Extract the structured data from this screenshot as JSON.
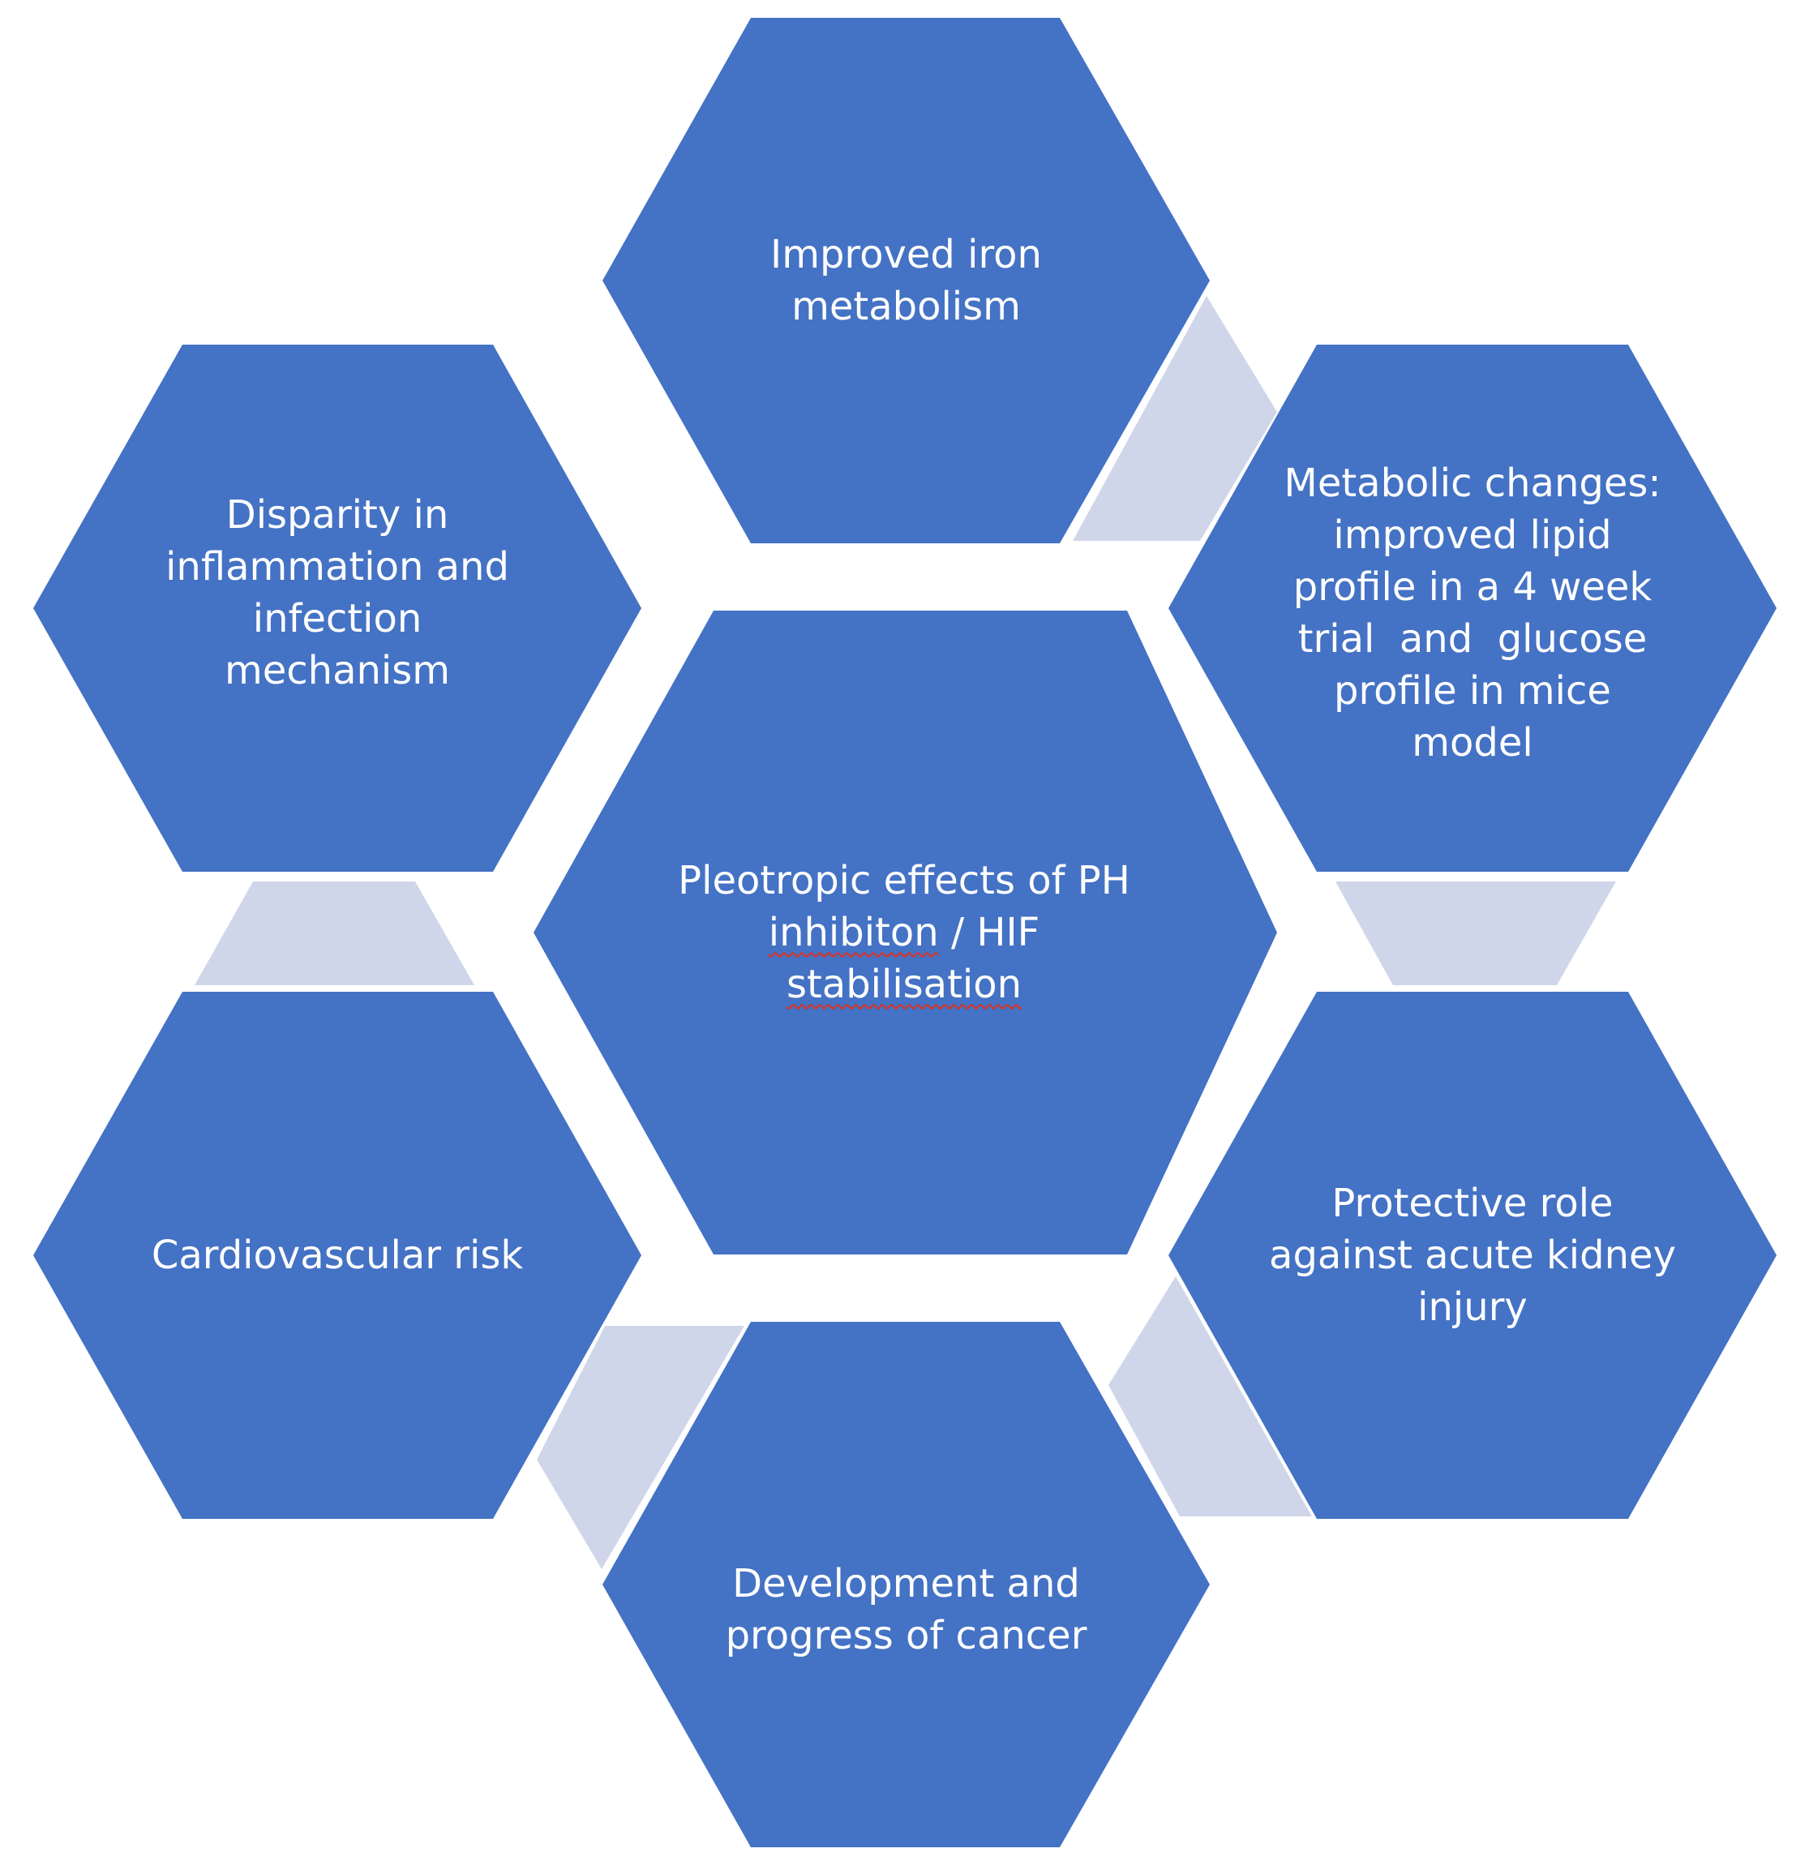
{
  "colors": {
    "hexagon_fill": "#4472C4",
    "connector_fill": "#D0D6EA",
    "text": "#FFFFFF",
    "spellcheck_underline": "#E0301E"
  },
  "center": {
    "line1": "Pleotropic effects of PH",
    "line2_word": "inhibiton",
    "line2_rest": " / HIF",
    "line3": "stabilisation"
  },
  "outer": {
    "iron": "Improved iron\nmetabolism",
    "metabolic": "Metabolic changes:\nimproved lipid\nprofile in a 4 week\ntrial  and  glucose\nprofile in mice\nmodel",
    "kidney": "Protective role\nagainst acute kidney\ninjury",
    "cancer": "Development and\nprogress of cancer",
    "cardio": "Cardiovascular risk",
    "inflammation": "Disparity in\ninflammation and\ninfection\nmechanism"
  }
}
